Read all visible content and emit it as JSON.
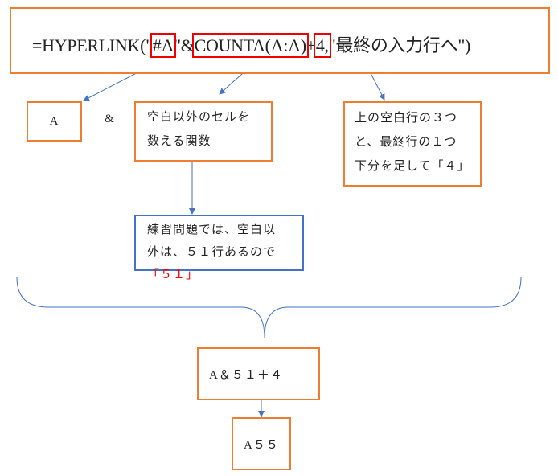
{
  "formula": {
    "prefix": "=HYPERLINK(\"",
    "part_a": "#A",
    "amp": "\"&",
    "part_counta": "COUNTA(A:A)",
    "plus": "+",
    "part_4": "4,",
    "suffix": "\"最終の入力行へ\")"
  },
  "box_a": "A",
  "ampersand": "&",
  "box_counta": [
    "空白以外のセルを",
    "数える関数"
  ],
  "box_count51": [
    "練習問題では、空白以",
    "外は、５１行あるので"
  ],
  "box_count51_highlight": "「５１」",
  "box_4": [
    "上の空白行の３つ",
    "と、最終行の１つ",
    "下分を足して「４」"
  ],
  "box_sum": "A＆５１＋４",
  "box_result": "A５５",
  "colors": {
    "orange": "#ed7d31",
    "blue": "#4472c4",
    "red": "#ff0000"
  }
}
